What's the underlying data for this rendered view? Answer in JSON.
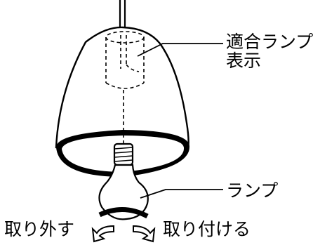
{
  "labels": {
    "lamp_indicator_line1": "適合ランプ",
    "lamp_indicator_line2": "表示",
    "lamp": "ランプ",
    "remove": "取り外す",
    "attach": "取り付ける"
  },
  "colors": {
    "line": "#000000",
    "shade_rim": "#000000",
    "background": "#ffffff"
  }
}
